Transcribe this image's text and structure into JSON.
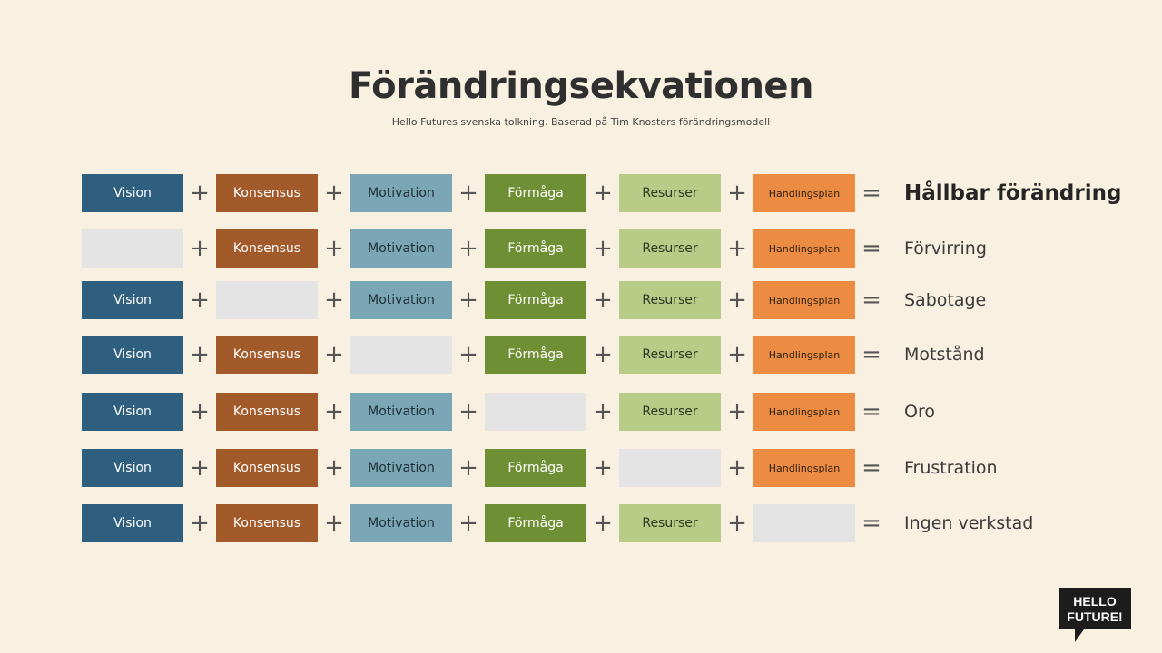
{
  "title": "Förändringsekvationen",
  "subtitle": "Hello Futures svenska tolkning. Baserad på Tim Knosters förändringsmodell",
  "components": [
    {
      "label": "Vision",
      "color": "#2e5f7f",
      "text_color": "#ffffff"
    },
    {
      "label": "Konsensus",
      "color": "#a35a2b",
      "text_color": "#ffffff"
    },
    {
      "label": "Motivation",
      "color": "#7ba6b6",
      "text_color": "#1f2f38"
    },
    {
      "label": "Förmåga",
      "color": "#6e8f33",
      "text_color": "#ffffff"
    },
    {
      "label": "Resurser",
      "color": "#b8cc87",
      "text_color": "#2f3820"
    },
    {
      "label": "Handlingsplan",
      "color": "#eb8c42",
      "text_color": "#2f2010"
    }
  ],
  "plus_sign": "+",
  "equals_sign": "=",
  "rows": [
    {
      "missing": -1,
      "result": "Hållbar förändring"
    },
    {
      "missing": 0,
      "result": "Förvirring"
    },
    {
      "missing": 1,
      "result": "Sabotage"
    },
    {
      "missing": 2,
      "result": "Motstånd"
    },
    {
      "missing": 3,
      "result": "Oro"
    },
    {
      "missing": 4,
      "result": "Frustration"
    },
    {
      "missing": 5,
      "result": "Ingen verkstad"
    }
  ],
  "logo": {
    "line1": "HELLO",
    "line2": "FUTURE!"
  }
}
